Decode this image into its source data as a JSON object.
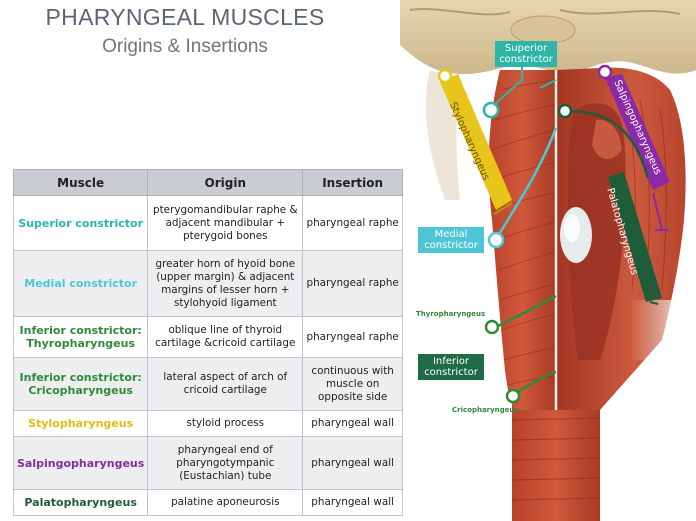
{
  "title": {
    "main": "PHARYNGEAL MUSCLES",
    "sub": "Origins & Insertions"
  },
  "table": {
    "headers": [
      "Muscle",
      "Origin",
      "Insertion"
    ],
    "rows": [
      {
        "muscle": "Superior constrictor",
        "origin": "pterygomandibular raphe & adjacent mandibular + pterygoid bones",
        "insertion": "pharyngeal raphe",
        "color": "#2eb5a7"
      },
      {
        "muscle": "Medial constrictor",
        "origin": "greater horn of hyoid bone (upper margin) & adjacent margins of lesser horn + stylohyoid ligament",
        "insertion": "pharyngeal raphe",
        "color": "#4fc6d6"
      },
      {
        "muscle": "Inferior constrictor: Thyropharyngeus",
        "origin": "oblique line of thyroid cartilage &cricoid cartilage",
        "insertion": "pharyngeal raphe",
        "color": "#2e8b3a"
      },
      {
        "muscle": "Inferior constrictor: Cricopharyngeus",
        "origin": "lateral aspect of arch of cricoid cartilage",
        "insertion": "continuous with muscle on opposite side",
        "color": "#2e8b3a"
      },
      {
        "muscle": "Stylopharyngeus",
        "origin": "styloid process",
        "insertion": "pharyngeal wall",
        "color": "#e1bd14"
      },
      {
        "muscle": "Salpingopharyngeus",
        "origin": "pharyngeal end of pharyngotympanic (Eustachian) tube",
        "insertion": "pharyngeal wall",
        "color": "#8a2aa6"
      },
      {
        "muscle": "Palatopharyngeus",
        "origin": "palatine aponeurosis",
        "insertion": "pharyngeal wall",
        "color": "#1f5d3a"
      }
    ]
  },
  "diagram": {
    "superior_constrictor": {
      "label": "Superior constrictor",
      "color": "#2eb5a7"
    },
    "medial_constrictor": {
      "label": "Medial constrictor",
      "color": "#4fc6d6"
    },
    "inferior_constrictor": {
      "label": "Inferior constrictor",
      "color": "#1f6b45"
    },
    "thyropharyngeus": {
      "label": "Thyropharyngeus",
      "color": "#2e8b3a"
    },
    "cricopharyngeus": {
      "label": "Cricopharyngeus",
      "color": "#2e8b3a"
    },
    "stylopharyngeus": {
      "label": "Stylopharyngeus",
      "color": "#e8c51a"
    },
    "salpingopharyngeus": {
      "label": "Salpingopharyngeus",
      "color": "#8a2aa6"
    },
    "palatopharyngeus": {
      "label": "Palatopharyngeus",
      "color": "#1f5d3a"
    }
  }
}
